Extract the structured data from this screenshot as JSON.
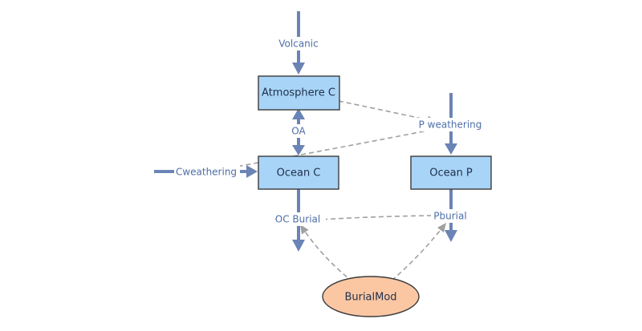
{
  "diagram": {
    "stocks": {
      "atmosphere_c": "Atmosphere C",
      "ocean_c": "Ocean C",
      "ocean_p": "Ocean P"
    },
    "flows": {
      "volcanic": "Volcanic",
      "oa": "OA",
      "cweathering": "Cweathering",
      "p_weathering": "P weathering",
      "oc_burial": "OC Burial",
      "pburial": "Pburial"
    },
    "converters": {
      "burialmod": "BurialMod"
    }
  },
  "colors": {
    "stock_fill": "#a8d4f7",
    "flow": "#6b84b6",
    "flow_label": "#4e6ea8",
    "converter_fill": "#fbc7a3",
    "link": "#a0a0a0"
  }
}
